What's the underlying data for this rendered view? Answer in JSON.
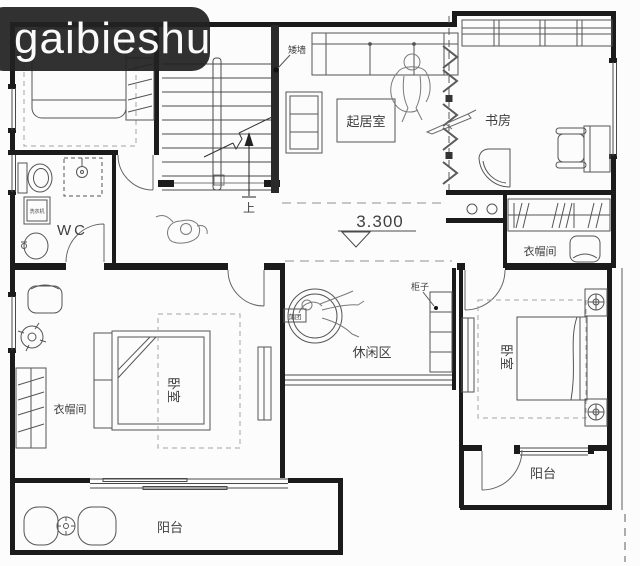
{
  "watermark": {
    "text": "gaibieshu"
  },
  "plan": {
    "elevation_marker": {
      "value": "3.300"
    },
    "stairs": {
      "up_label": "上"
    },
    "annotations": {
      "low_wall": "矮墙",
      "cabinet": "柜子",
      "cushion": "蒲团",
      "washing_machine": "洗衣机"
    },
    "rooms": {
      "living_room": "起居室",
      "study": "书房",
      "wc": "WC",
      "closet_right": "衣帽间",
      "closet_left": "衣帽间",
      "leisure_area": "休闲区",
      "bedroom_left": "卧室",
      "bedroom_right": "卧室",
      "balcony_left": "阳台",
      "balcony_right": "阳台"
    },
    "colors": {
      "background": "#fcfcfc",
      "wall": "#1b1b1b",
      "line": "#555555",
      "dashed": "#909090",
      "label": "#3f3f3f",
      "wc_label": "#9c9c9c",
      "watermark_bg": "#212121",
      "watermark_text": "#fafafa"
    }
  }
}
